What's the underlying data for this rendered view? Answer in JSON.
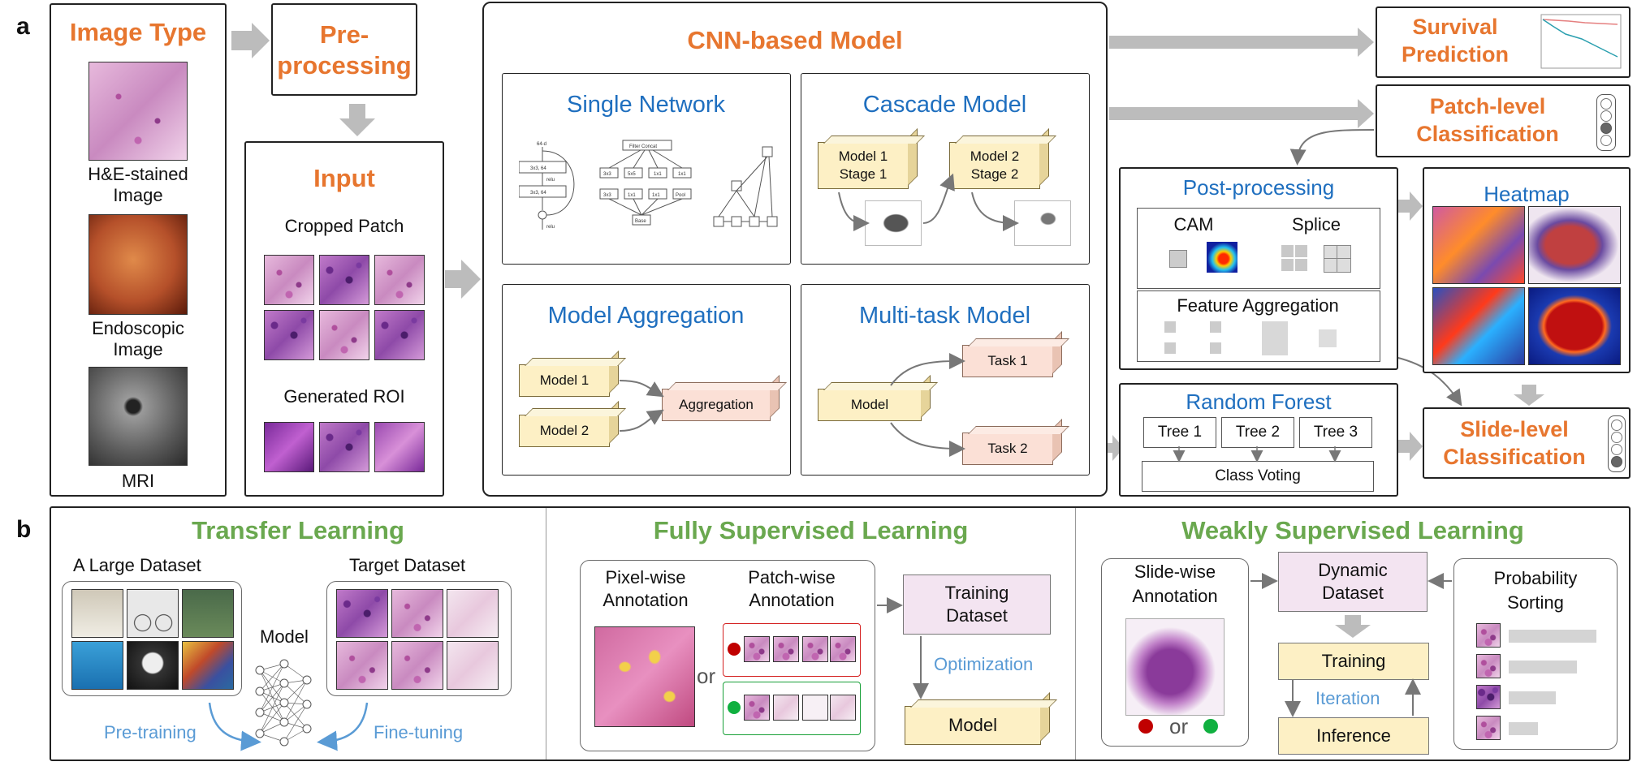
{
  "panel_labels": {
    "a": "a",
    "b": "b"
  },
  "image_type": {
    "title": "Image Type",
    "items": [
      "H&E-stained\nImage",
      "Endoscopic\nImage",
      "MRI"
    ]
  },
  "preprocessing": {
    "title": "Pre-\nprocessing"
  },
  "input": {
    "title": "Input",
    "cropped_patch": "Cropped Patch",
    "generated_roi": "Generated ROI"
  },
  "cnn": {
    "title": "CNN-based Model",
    "single_network": "Single Network",
    "single_network_labels": {
      "a": "64-d",
      "b": "3x3, 64",
      "c": "relu",
      "d": "3x3, 64",
      "e": "relu",
      "f": "Filter Concat",
      "g": "3x3",
      "h": "5x5",
      "i": "1x1",
      "j": "3x3",
      "k": "1x1",
      "l": "1x1",
      "m": "Pool",
      "n": "1x1",
      "o": "Base"
    },
    "cascade_model": "Cascade Model",
    "cascade_stage1": "Model 1\nStage 1",
    "cascade_stage2": "Model 2\nStage 2",
    "model_aggregation": "Model Aggregation",
    "agg_model1": "Model 1",
    "agg_model2": "Model 2",
    "agg_aggregation": "Aggregation",
    "multitask_model": "Multi-task Model",
    "mt_model": "Model",
    "mt_task1": "Task 1",
    "mt_task2": "Task 2"
  },
  "survival": {
    "title": "Survival\nPrediction"
  },
  "patch_level": {
    "title": "Patch-level\nClassification"
  },
  "post_processing": {
    "title": "Post-processing",
    "cam": "CAM",
    "splice": "Splice",
    "feature_aggregation": "Feature Aggregation"
  },
  "heatmap": {
    "title": "Heatmap"
  },
  "random_forest": {
    "title": "Random Forest",
    "trees": [
      "Tree 1",
      "Tree 2",
      "Tree 3"
    ],
    "class_voting": "Class Voting"
  },
  "slide_level": {
    "title": "Slide-level\nClassification"
  },
  "transfer": {
    "title": "Transfer Learning",
    "large_dataset": "A Large Dataset",
    "target_dataset": "Target Dataset",
    "model": "Model",
    "pretraining": "Pre-training",
    "finetuning": "Fine-tuning"
  },
  "fully": {
    "title": "Fully Supervised Learning",
    "pixel": "Pixel-wise\nAnnotation",
    "patch": "Patch-wise\nAnnotation",
    "or": "or",
    "training_dataset": "Training\nDataset",
    "optimization": "Optimization",
    "model": "Model"
  },
  "weakly": {
    "title": "Weakly Supervised Learning",
    "slide_annotation": "Slide-wise\nAnnotation",
    "or": "or",
    "dynamic_dataset": "Dynamic\nDataset",
    "probability_sorting": "Probability\nSorting",
    "training": "Training",
    "iteration": "Iteration",
    "inference": "Inference"
  },
  "colors": {
    "orange": "#e7762f",
    "blue": "#1f6fbf",
    "green": "#6aa84f",
    "cube": "#fdf0c5",
    "pink": "#fbe0d6",
    "lavender": "#f3e4f1"
  }
}
